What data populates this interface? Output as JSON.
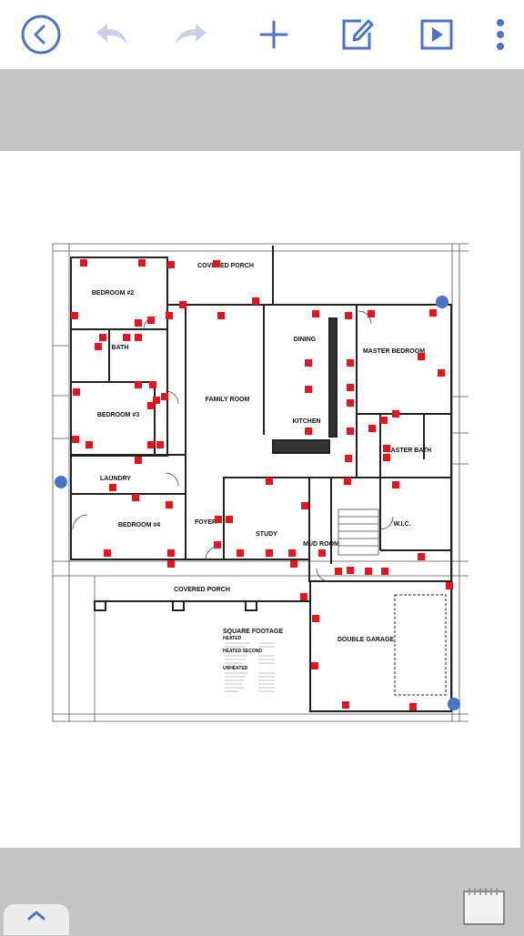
{
  "toolbar": {
    "icons": [
      "back-circle-icon",
      "undo-icon",
      "redo-icon",
      "add-icon",
      "edit-icon",
      "play-icon",
      "more-vertical-icon"
    ],
    "accent": "#4a74c9",
    "disabled": "#c6d2ea"
  },
  "plan": {
    "rooms": {
      "covered_porch_top": "COVERED PORCH",
      "bedroom2": "BEDROOM #2",
      "bath": "BATH",
      "bedroom3": "BEDROOM #3",
      "laundry": "LAUNDRY",
      "bedroom4": "BEDROOM #4",
      "foyer": "FOYER",
      "study": "STUDY",
      "mud_room": "MUD ROOM",
      "dining": "DINING",
      "family_room": "FAMILY ROOM",
      "kitchen": "KITCHEN",
      "master_bedroom": "MASTER BEDROOM",
      "master_bath": "MASTER BATH",
      "wic": "W.I.C.",
      "covered_porch_bottom": "COVERED PORCH",
      "double_garage": "DOUBLE GARAGE"
    },
    "square_footage": {
      "title": "SQUARE FOOTAGE",
      "heated": "HEATED",
      "heated_second": "HEATED SECOND",
      "unheated": "UNHEATED"
    },
    "marker_color": "#e8141b",
    "handle_color": "#4a74c9"
  },
  "bottom": {
    "tab_icon": "chevron-up-icon",
    "calendar_icon": "calendar-icon"
  }
}
